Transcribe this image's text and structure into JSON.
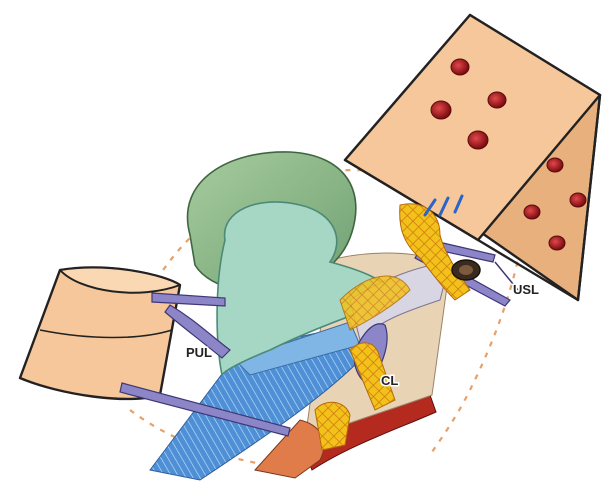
{
  "labels": {
    "pul": "PUL",
    "cl": "CL",
    "usl": "USL"
  },
  "colors": {
    "background": "#ffffff",
    "tissue_block": "#F6C79A",
    "tissue_block_dark": "#E7B07C",
    "hole": "#B0161C",
    "bladder_outer": "#8FBF8E",
    "bladder_inner": "#A6D7C4",
    "ligament_purple": "#8C86C8",
    "muscle_blue": "#4F8FD6",
    "mesh_yellow": "#F2C21A",
    "mesh_orange": "#E3962D",
    "dashed_outline": "#E6A06A",
    "rectum_red": "#B52A1F"
  }
}
